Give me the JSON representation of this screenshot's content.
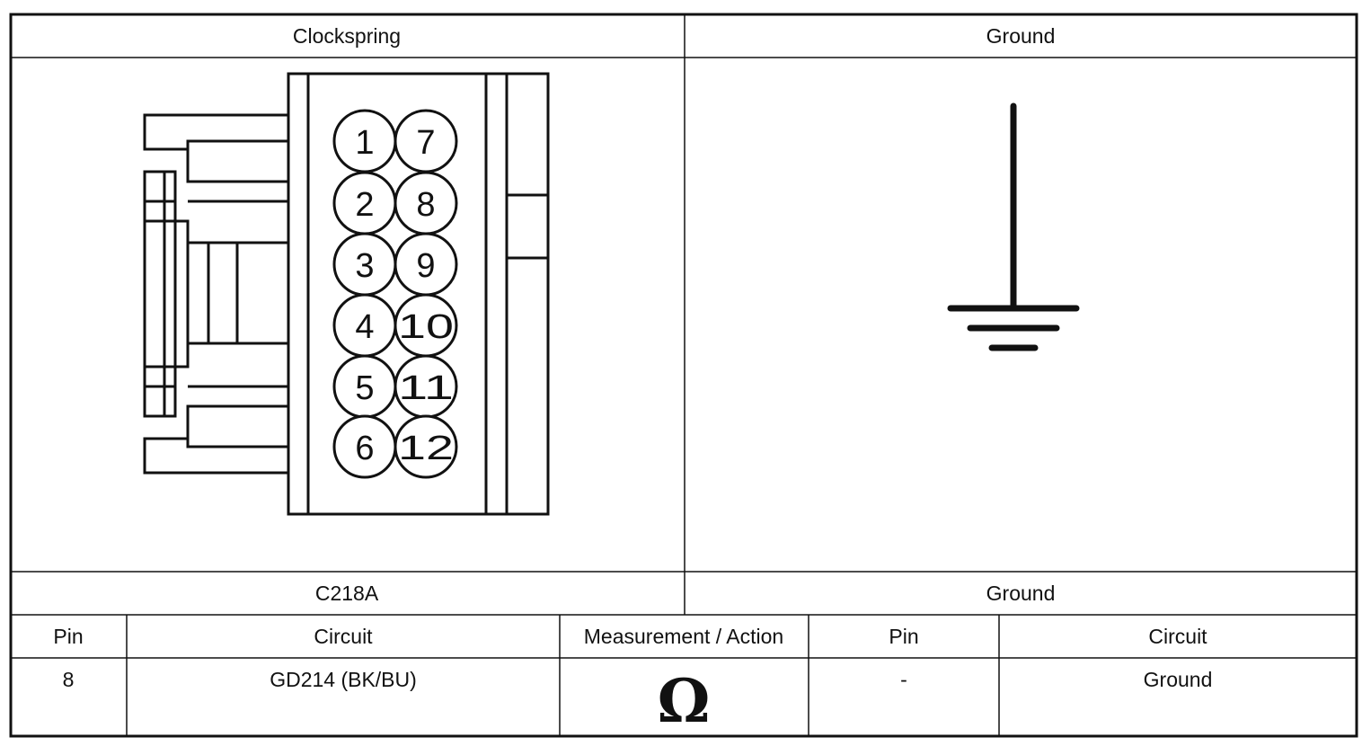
{
  "headers": {
    "left": "Clockspring",
    "right": "Ground"
  },
  "connector": {
    "id": "C218A",
    "pins_left": [
      "1",
      "2",
      "3",
      "4",
      "5",
      "6"
    ],
    "pins_right": [
      "7",
      "8",
      "9",
      "10",
      "11",
      "12"
    ]
  },
  "ground_label": "Ground",
  "table": {
    "columns": [
      "Pin",
      "Circuit",
      "Measurement / Action",
      "Pin",
      "Circuit"
    ],
    "row": {
      "pin_a": "8",
      "circuit_a": "GD214 (BK/BU)",
      "measurement_icon": "ohm-symbol",
      "measurement_glyph": "Ω",
      "pin_b": "-",
      "circuit_b": "Ground"
    }
  }
}
